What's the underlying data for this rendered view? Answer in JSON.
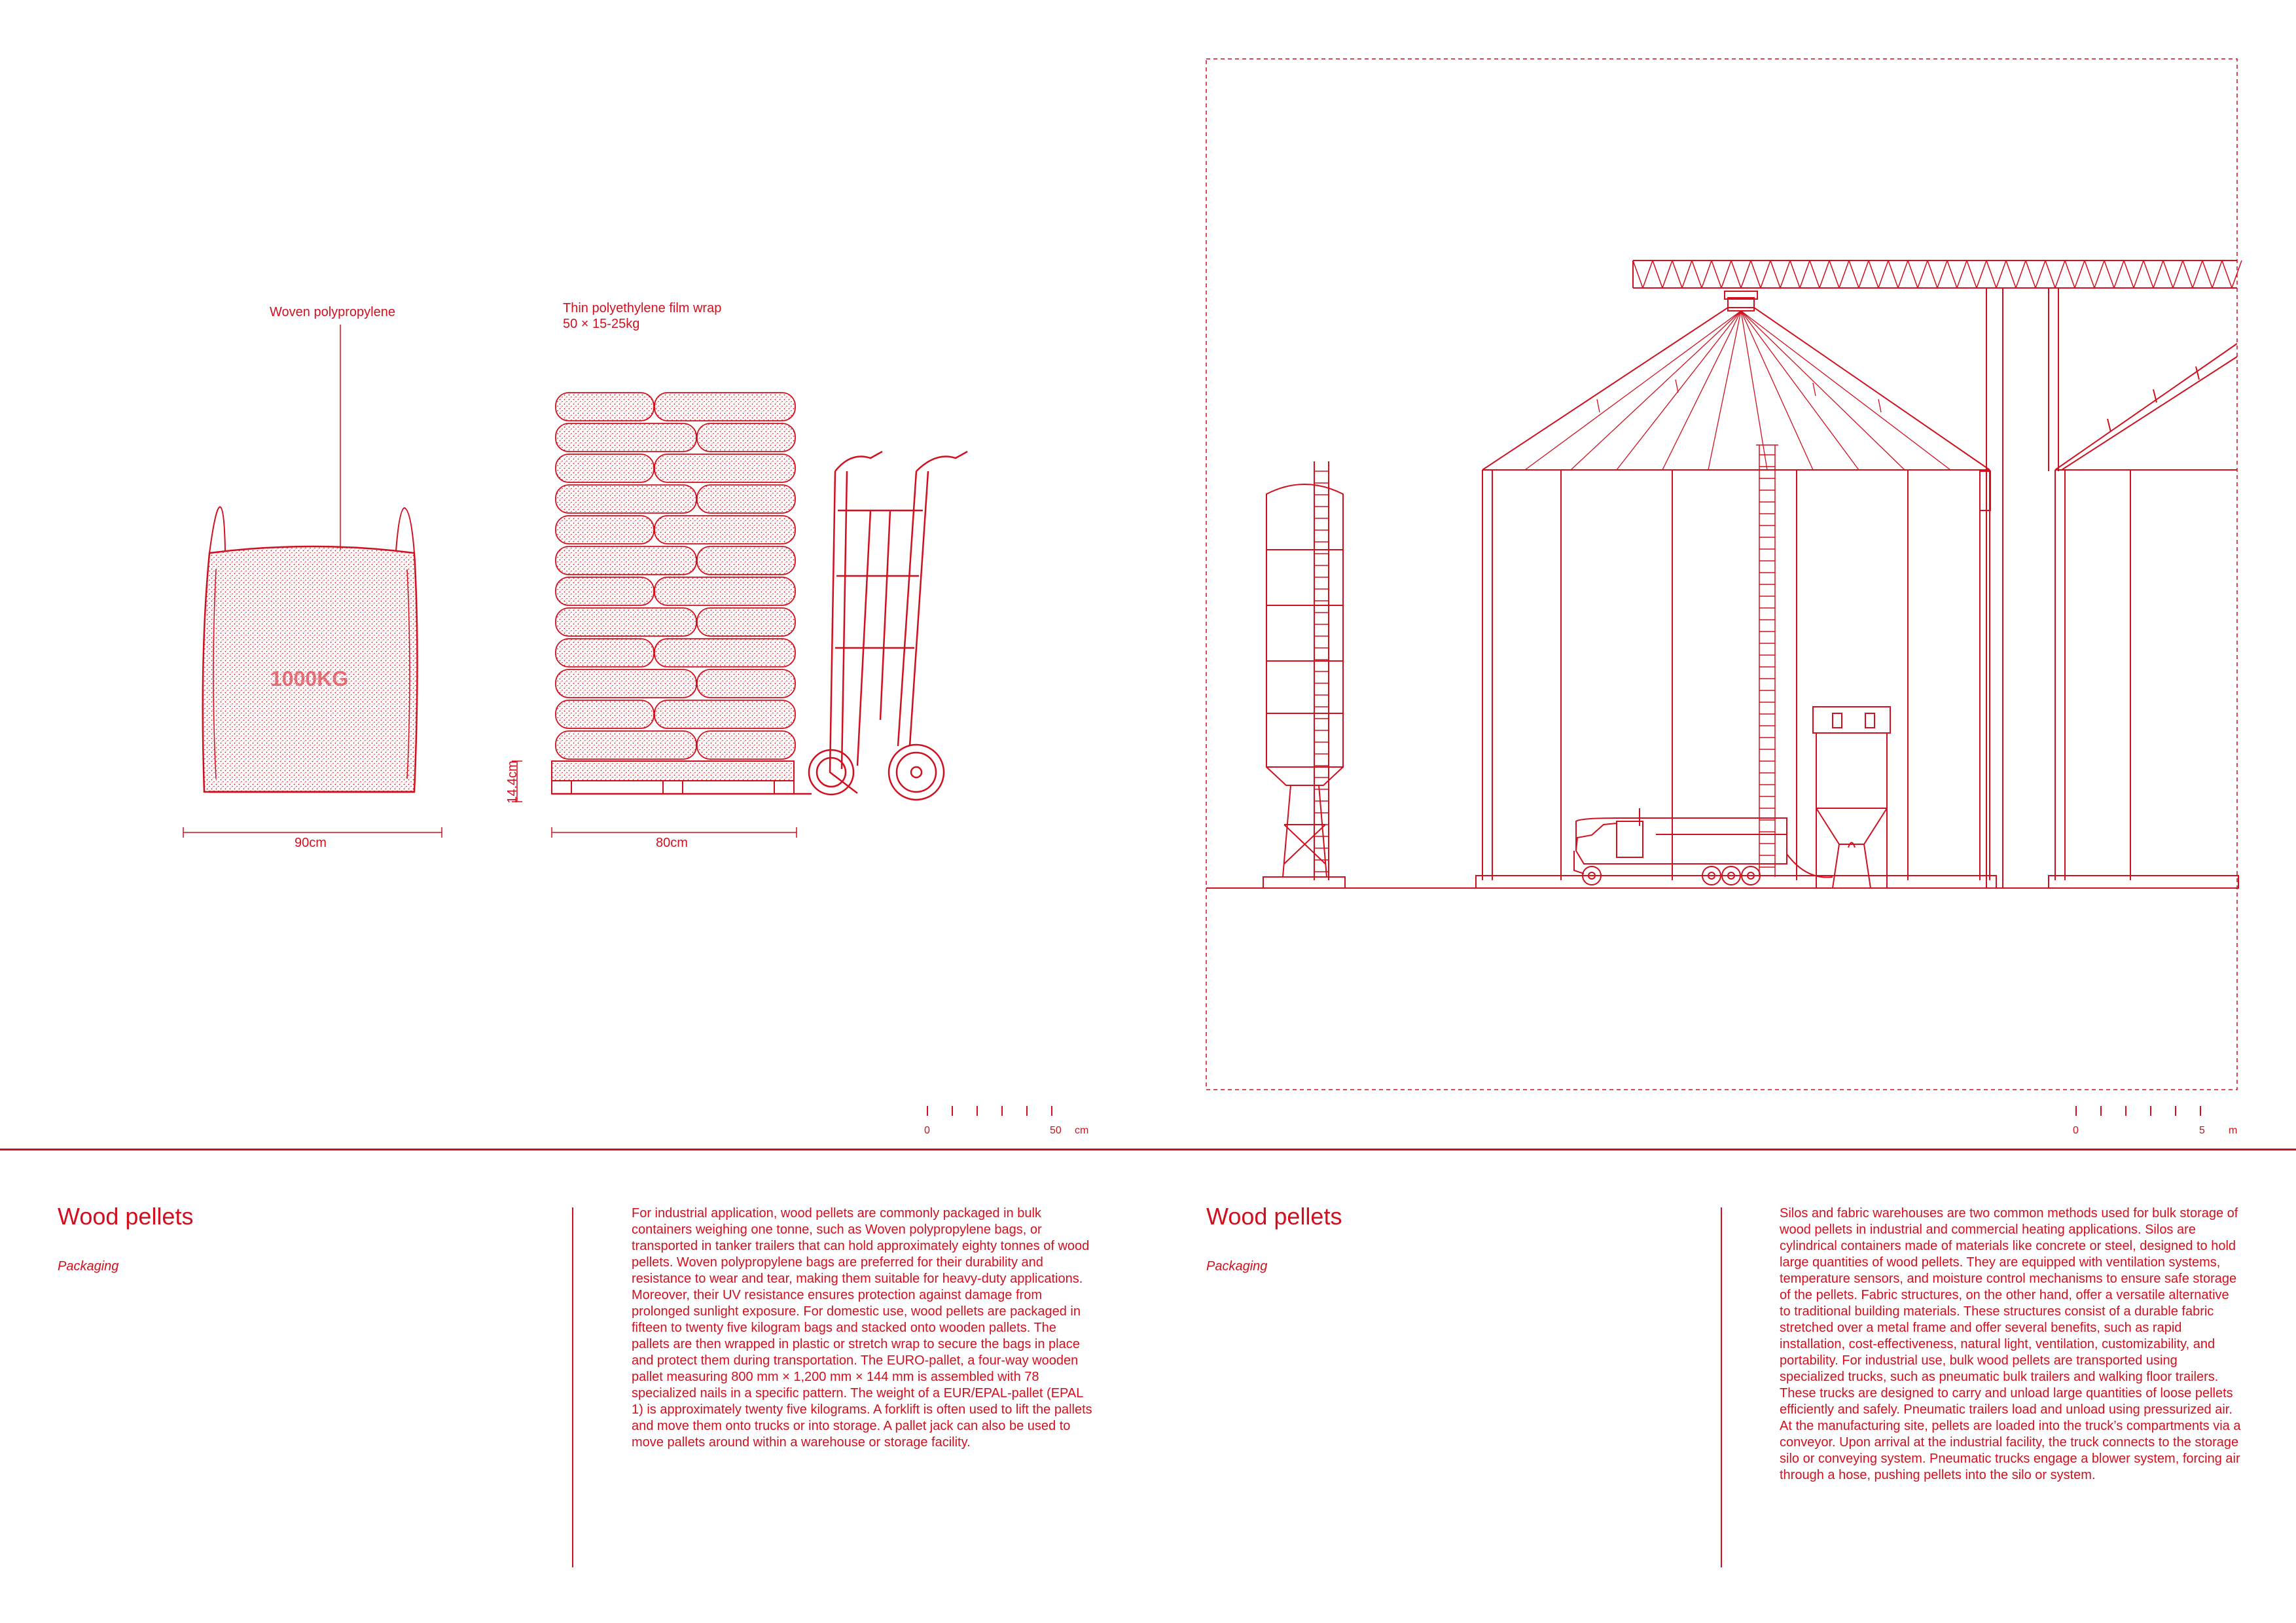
{
  "colors": {
    "accent": "#d0101f",
    "background": "#ffffff"
  },
  "left_drawing": {
    "bag_label": "Woven polypropylene",
    "bag_text": "1000KG",
    "wrap_label_line1": "Thin polyethylene film wrap",
    "wrap_label_line2": "50 × 15-25kg",
    "pallet_height": "14.4cm",
    "bag_width": "90cm",
    "pallet_width": "80cm",
    "scale": {
      "start": "0",
      "end": "50",
      "unit": "cm"
    }
  },
  "right_drawing": {
    "scale": {
      "start": "0",
      "end": "5",
      "unit": "m"
    }
  },
  "panels": [
    {
      "title": "Wood pellets",
      "subtitle": "Packaging",
      "body": "For industrial application, wood pellets are commonly packaged in bulk containers weighing one tonne, such as Woven polypropylene bags, or transported in tanker trailers that can hold approximately eighty tonnes of wood pellets. Woven polypropylene bags are preferred for their durability and resistance to wear and tear, making them suitable for heavy-duty applications. Moreover, their UV resistance ensures protection against damage from prolonged sunlight exposure. For domestic use, wood pellets are packaged in fifteen to twenty five kilogram bags and stacked onto wooden pallets. The pallets are then wrapped in plastic or stretch wrap to secure the bags in place and protect them during transportation. The EURO-pallet, a four-way wooden pallet measuring 800 mm × 1,200 mm × 144 mm is assembled with 78 specialized nails in a specific pattern. The weight of a EUR/EPAL-pallet (EPAL 1) is approximately twenty five kilograms. A forklift is often used to lift the pallets and move them onto trucks or into storage. A pallet jack can also be used to move pallets around within a warehouse or storage facility."
    },
    {
      "title": "Wood pellets",
      "subtitle": "Packaging",
      "body": "Silos and fabric warehouses are two common methods used for bulk storage of wood pellets in industrial and commercial heating applications. Silos are cylindrical containers made of materials like concrete or steel, designed to hold large quantities of wood pellets. They are equipped with ventilation systems, temperature sensors, and moisture control mechanisms to ensure safe storage of the pellets. Fabric structures, on the other hand, offer a versatile alternative to traditional building materials. These structures consist of a durable fabric stretched over a metal frame and offer several benefits, such as rapid installation, cost-effectiveness, natural light, ventilation, customizability, and portability. For industrial use, bulk wood pellets are transported using specialized trucks, such as pneumatic bulk trailers and walking floor trailers. These trucks are designed to carry and unload large quantities of loose pellets efficiently and safely. Pneumatic trailers load and unload using pressurized air. At the manufacturing site, pellets are loaded into the truck’s compartments via a conveyor. Upon arrival at the industrial facility, the truck connects to the storage silo or conveying system. Pneumatic trucks engage a blower system, forcing air through a hose, pushing pellets into the silo or system."
    }
  ]
}
